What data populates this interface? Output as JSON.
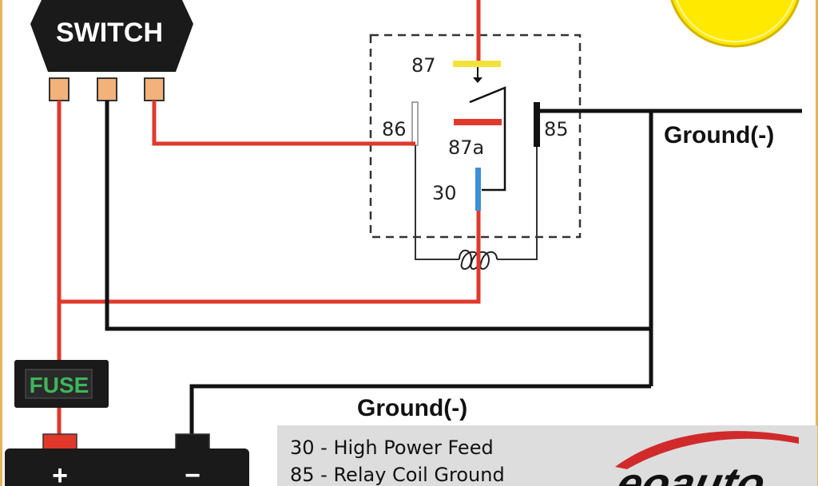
{
  "switch": {
    "label": "SWITCH"
  },
  "fuse": {
    "label": "FUSE"
  },
  "battery": {
    "plus_label": "+",
    "minus_label": "−"
  },
  "relay": {
    "pin_87": "87",
    "pin_86": "86",
    "pin_85": "85",
    "pin_87a": "87a",
    "pin_30": "30"
  },
  "ground_labels": {
    "right": "Ground(-)",
    "bottom": "Ground(-)"
  },
  "legend": [
    "30 - High Power Feed",
    "85 - Relay Coil Ground"
  ],
  "logo": {
    "text": "eoauto"
  },
  "colors": {
    "wire_red": "#e0392c",
    "wire_black": "#111111",
    "pin_yellow": "#f2e23a",
    "pin_blue": "#3d8fd6",
    "bulb_yellow": "#ffe900",
    "fuse_green": "#3fb55a",
    "legend_bg": "#dddddd"
  }
}
